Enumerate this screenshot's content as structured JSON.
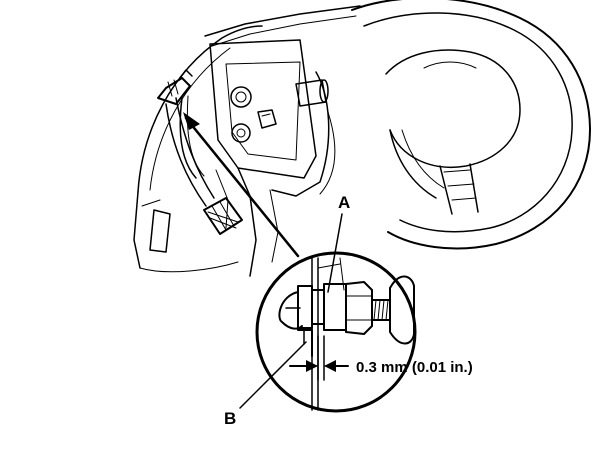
{
  "labels": {
    "a": "A",
    "b": "B",
    "measurement": "0.3 mm (0.01 in.)"
  },
  "colors": {
    "ink": "#000000",
    "paper": "#ffffff"
  }
}
